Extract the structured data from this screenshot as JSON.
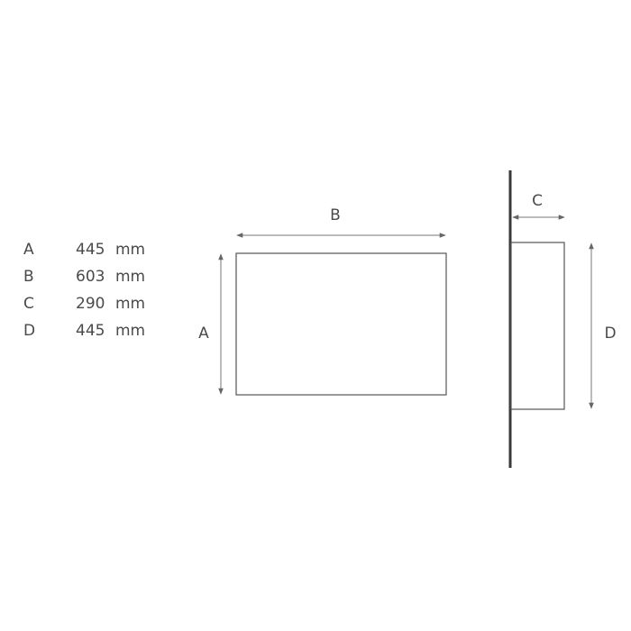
{
  "dimensions": [
    {
      "letter": "A",
      "value": "445",
      "unit": "mm"
    },
    {
      "letter": "B",
      "value": "603",
      "unit": "mm"
    },
    {
      "letter": "C",
      "value": "290",
      "unit": "mm"
    },
    {
      "letter": "D",
      "value": "445",
      "unit": "mm"
    }
  ],
  "labels": {
    "a": "A",
    "b": "B",
    "c": "C",
    "d": "D"
  },
  "colors": {
    "outline": "#555555",
    "wall": "#3a3a3a",
    "text": "#4a4a4a"
  }
}
